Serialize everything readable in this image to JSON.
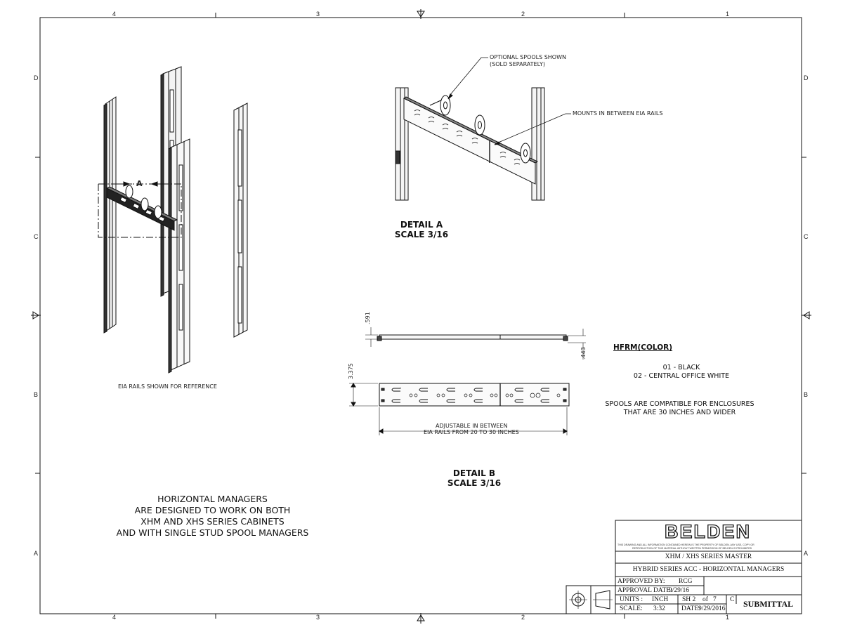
{
  "border": {
    "columns_top": [
      "4",
      "3",
      "2",
      "1"
    ],
    "columns_bottom": [
      "4",
      "3",
      "2",
      "1"
    ],
    "rows_left": [
      "D",
      "C",
      "B",
      "A"
    ],
    "rows_right": [
      "D",
      "C",
      "B",
      "A"
    ]
  },
  "main_view": {
    "section_label": "A",
    "caption": "EIA RAILS SHOWN FOR REFERENCE"
  },
  "detail_a": {
    "title": "DETAIL  A",
    "scale": "SCALE 3/16",
    "callout_spools_line1": "OPTIONAL SPOOLS SHOWN",
    "callout_spools_line2": "(SOLD SEPARATELY)",
    "callout_mount": "MOUNTS IN BETWEEN EIA RAILS"
  },
  "detail_b": {
    "title": "DETAIL  B",
    "scale": "SCALE 3/16",
    "dim_height": ".591",
    "dim_depth": ".443",
    "dim_width": "3.375",
    "adjust_line1": "ADJUSTABLE IN BETWEEN",
    "adjust_line2": "EIA RAILS FROM 20 TO 30 INCHES"
  },
  "color_options": {
    "title": "HFRM(COLOR)",
    "options": [
      "01 - BLACK",
      "02 - CENTRAL OFFICE WHITE"
    ]
  },
  "spool_note": {
    "line1": "SPOOLS ARE COMPATIBLE FOR ENCLOSURES",
    "line2": "THAT ARE 30 INCHES AND WIDER"
  },
  "design_note": {
    "lines": [
      "HORIZONTAL MANAGERS",
      "ARE DESIGNED TO WORK ON BOTH",
      "XHM AND XHS SERIES CABINETS",
      "AND WITH SINGLE STUD SPOOL MANAGERS"
    ]
  },
  "title_block": {
    "brand": "BELDEN",
    "disclaimer_line1": "THIS DRAWING AND ALL INFORMATION CONTAINED HEREIN IS THE PROPERTY OF BELDEN. ANY USE, COPY OR",
    "disclaimer_line2": "REPRODUCTION OF THIS MATERIAL WITHOUT WRITTEN PERMISSION OF BELDEN IS PROHIBITED",
    "series": "XHM / XHS SERIES MASTER",
    "description": "HYBRID SERIES ACC - HORIZONTAL MANAGERS",
    "approved_by_label": "APPROVED BY:",
    "approved_by": "RCG",
    "approval_date_label": "APPROVAL DATE:",
    "approval_date": "9/29/16",
    "units_label": "UNITS :",
    "units": "INCH",
    "sheet_label": "SH 2",
    "sheet_of": "of",
    "sheet_total": "7",
    "revision": "C",
    "scale_label": "SCALE:",
    "scale": "3:32",
    "date_label": "DATE:",
    "date": "9/29/2016",
    "status": "SUBMITTAL"
  }
}
